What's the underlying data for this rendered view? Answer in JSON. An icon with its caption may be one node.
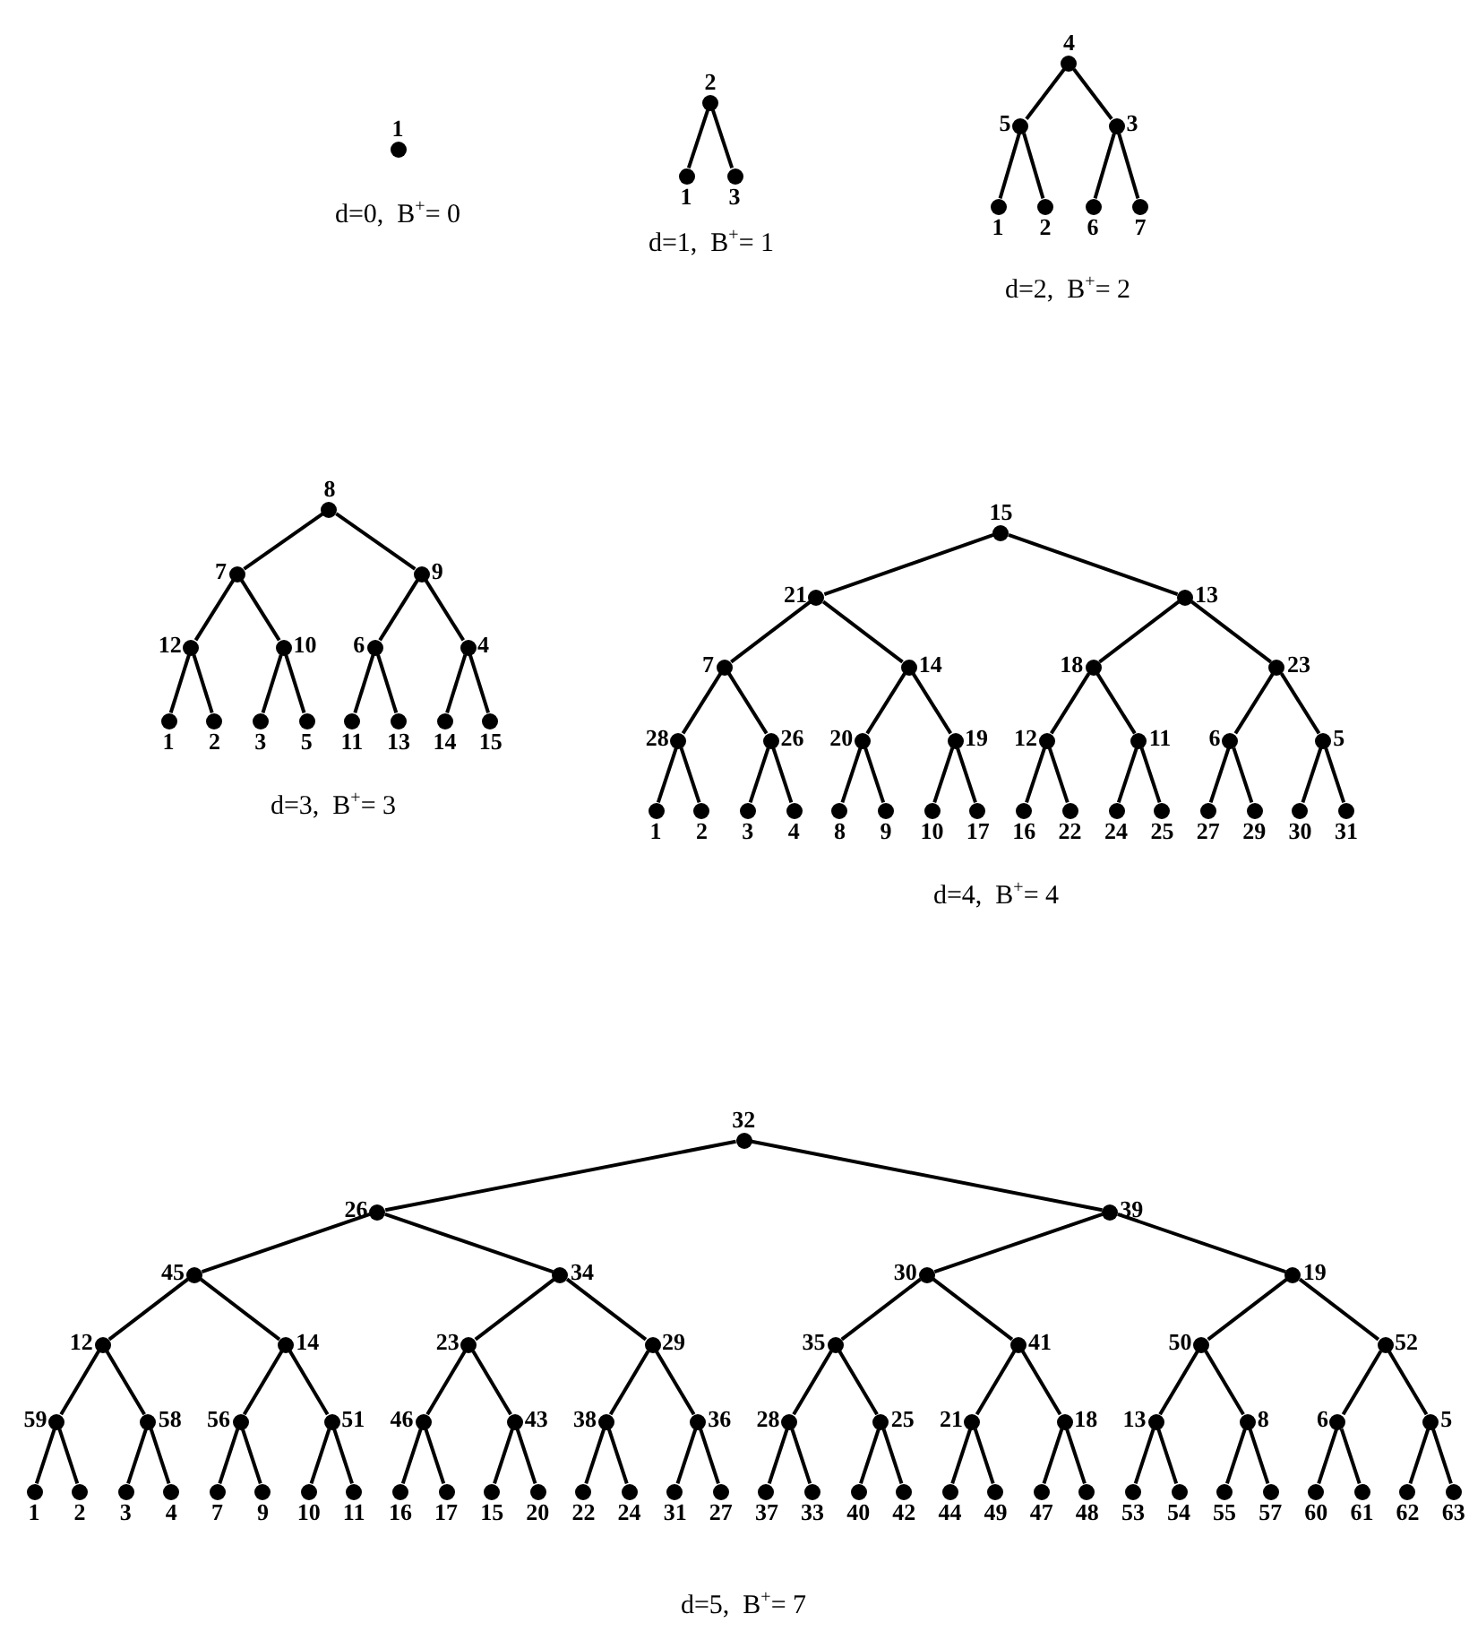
{
  "diagram": {
    "nodes": [
      {
        "text": [
          "1"
        ]
      },
      {
        "text": [
          "2"
        ]
      },
      {
        "text": [
          "1"
        ]
      },
      {
        "text": [
          "3"
        ]
      },
      {
        "text": [
          "4"
        ]
      },
      {
        "text": [
          "5"
        ]
      },
      {
        "text": [
          "3"
        ]
      },
      {
        "text": [
          "1"
        ]
      },
      {
        "text": [
          "2"
        ]
      },
      {
        "text": [
          "6"
        ]
      },
      {
        "text": [
          "7"
        ]
      },
      {
        "text": [
          "8"
        ]
      },
      {
        "text": [
          "7"
        ]
      },
      {
        "text": [
          "9"
        ]
      },
      {
        "text": [
          "12"
        ]
      },
      {
        "text": [
          "10"
        ]
      },
      {
        "text": [
          "6"
        ]
      },
      {
        "text": [
          "4"
        ]
      },
      {
        "text": [
          "1"
        ]
      },
      {
        "text": [
          "2"
        ]
      },
      {
        "text": [
          "3"
        ]
      },
      {
        "text": [
          "5"
        ]
      },
      {
        "text": [
          "11"
        ]
      },
      {
        "text": [
          "13"
        ]
      },
      {
        "text": [
          "14"
        ]
      },
      {
        "text": [
          "15"
        ]
      },
      {
        "text": [
          "15"
        ]
      },
      {
        "text": [
          "21"
        ]
      },
      {
        "text": [
          "13"
        ]
      },
      {
        "text": [
          "7"
        ]
      },
      {
        "text": [
          "14"
        ]
      },
      {
        "text": [
          "18"
        ]
      },
      {
        "text": [
          "23"
        ]
      },
      {
        "text": [
          "28"
        ]
      },
      {
        "text": [
          "26"
        ]
      },
      {
        "text": [
          "20"
        ]
      },
      {
        "text": [
          "19"
        ]
      },
      {
        "text": [
          "12"
        ]
      },
      {
        "text": [
          "11"
        ]
      },
      {
        "text": [
          "6"
        ]
      },
      {
        "text": [
          "5"
        ]
      },
      {
        "text": [
          "1"
        ]
      },
      {
        "text": [
          "2"
        ]
      },
      {
        "text": [
          "3"
        ]
      },
      {
        "text": [
          "4"
        ]
      },
      {
        "text": [
          "8"
        ]
      },
      {
        "text": [
          "9"
        ]
      },
      {
        "text": [
          "10"
        ]
      },
      {
        "text": [
          "17"
        ]
      },
      {
        "text": [
          "16"
        ]
      },
      {
        "text": [
          "22"
        ]
      },
      {
        "text": [
          "24"
        ]
      },
      {
        "text": [
          "25"
        ]
      },
      {
        "text": [
          "27"
        ]
      },
      {
        "text": [
          "29"
        ]
      },
      {
        "text": [
          "30"
        ]
      },
      {
        "text": [
          "31"
        ]
      },
      {
        "text": [
          "32"
        ]
      },
      {
        "text": [
          "26"
        ]
      },
      {
        "text": [
          "39"
        ]
      },
      {
        "text": [
          "45"
        ]
      },
      {
        "text": [
          "34"
        ]
      },
      {
        "text": [
          "30"
        ]
      },
      {
        "text": [
          "19"
        ]
      },
      {
        "text": [
          "12"
        ]
      },
      {
        "text": [
          "14"
        ]
      },
      {
        "text": [
          "23"
        ]
      },
      {
        "text": [
          "29"
        ]
      },
      {
        "text": [
          "35"
        ]
      },
      {
        "text": [
          "41"
        ]
      },
      {
        "text": [
          "50"
        ]
      },
      {
        "text": [
          "52"
        ]
      },
      {
        "text": [
          "59"
        ]
      },
      {
        "text": [
          "58"
        ]
      },
      {
        "text": [
          "56"
        ]
      },
      {
        "text": [
          "51"
        ]
      },
      {
        "text": [
          "46"
        ]
      },
      {
        "text": [
          "43"
        ]
      },
      {
        "text": [
          "38"
        ]
      },
      {
        "text": [
          "36"
        ]
      },
      {
        "text": [
          "28"
        ]
      },
      {
        "text": [
          "25"
        ]
      },
      {
        "text": [
          "21"
        ]
      },
      {
        "text": [
          "18"
        ]
      },
      {
        "text": [
          "13"
        ]
      },
      {
        "text": [
          "8"
        ]
      },
      {
        "text": [
          "6"
        ]
      },
      {
        "text": [
          "5"
        ]
      },
      {
        "text": [
          "1"
        ]
      },
      {
        "text": [
          "2"
        ]
      },
      {
        "text": [
          "3"
        ]
      },
      {
        "text": [
          "4"
        ]
      },
      {
        "text": [
          "7"
        ]
      },
      {
        "text": [
          "9"
        ]
      },
      {
        "text": [
          "10"
        ]
      },
      {
        "text": [
          "11"
        ]
      },
      {
        "text": [
          "16"
        ]
      },
      {
        "text": [
          "17"
        ]
      },
      {
        "text": [
          "15"
        ]
      },
      {
        "text": [
          "20"
        ]
      },
      {
        "text": [
          "22"
        ]
      },
      {
        "text": [
          "24"
        ]
      },
      {
        "text": [
          "31"
        ]
      },
      {
        "text": [
          "27"
        ]
      },
      {
        "text": [
          "37"
        ]
      },
      {
        "text": [
          "33"
        ]
      },
      {
        "text": [
          "40"
        ]
      },
      {
        "text": [
          "42"
        ]
      },
      {
        "text": [
          "44"
        ]
      },
      {
        "text": [
          "49"
        ]
      },
      {
        "text": [
          "47"
        ]
      },
      {
        "text": [
          "48"
        ]
      },
      {
        "text": [
          "53"
        ]
      },
      {
        "text": [
          "54"
        ]
      },
      {
        "text": [
          "55"
        ]
      },
      {
        "text": [
          "57"
        ]
      },
      {
        "text": [
          "60"
        ]
      },
      {
        "text": [
          "61"
        ]
      },
      {
        "text": [
          "62"
        ]
      },
      {
        "text": [
          "63"
        ]
      }
    ],
    "edges": [
      {
        "from": 1,
        "to": 2,
        "arrow": "none"
      },
      {
        "from": 1,
        "to": 3,
        "arrow": "none"
      },
      {
        "from": 4,
        "to": 5,
        "arrow": "none"
      },
      {
        "from": 4,
        "to": 6,
        "arrow": "none"
      },
      {
        "from": 5,
        "to": 7,
        "arrow": "none"
      },
      {
        "from": 5,
        "to": 8,
        "arrow": "none"
      },
      {
        "from": 6,
        "to": 9,
        "arrow": "none"
      },
      {
        "from": 6,
        "to": 10,
        "arrow": "none"
      },
      {
        "from": 11,
        "to": 12,
        "arrow": "none"
      },
      {
        "from": 11,
        "to": 13,
        "arrow": "none"
      },
      {
        "from": 12,
        "to": 14,
        "arrow": "none"
      },
      {
        "from": 12,
        "to": 15,
        "arrow": "none"
      },
      {
        "from": 13,
        "to": 16,
        "arrow": "none"
      },
      {
        "from": 13,
        "to": 17,
        "arrow": "none"
      },
      {
        "from": 14,
        "to": 18,
        "arrow": "none"
      },
      {
        "from": 14,
        "to": 19,
        "arrow": "none"
      },
      {
        "from": 15,
        "to": 20,
        "arrow": "none"
      },
      {
        "from": 15,
        "to": 21,
        "arrow": "none"
      },
      {
        "from": 16,
        "to": 22,
        "arrow": "none"
      },
      {
        "from": 16,
        "to": 23,
        "arrow": "none"
      },
      {
        "from": 17,
        "to": 24,
        "arrow": "none"
      },
      {
        "from": 17,
        "to": 25,
        "arrow": "none"
      },
      {
        "from": 26,
        "to": 27,
        "arrow": "none"
      },
      {
        "from": 26,
        "to": 28,
        "arrow": "none"
      },
      {
        "from": 27,
        "to": 29,
        "arrow": "none"
      },
      {
        "from": 27,
        "to": 30,
        "arrow": "none"
      },
      {
        "from": 28,
        "to": 31,
        "arrow": "none"
      },
      {
        "from": 28,
        "to": 32,
        "arrow": "none"
      },
      {
        "from": 29,
        "to": 33,
        "arrow": "none"
      },
      {
        "from": 29,
        "to": 34,
        "arrow": "none"
      },
      {
        "from": 30,
        "to": 35,
        "arrow": "none"
      },
      {
        "from": 30,
        "to": 36,
        "arrow": "none"
      },
      {
        "from": 31,
        "to": 37,
        "arrow": "none"
      },
      {
        "from": 31,
        "to": 38,
        "arrow": "none"
      },
      {
        "from": 32,
        "to": 39,
        "arrow": "none"
      },
      {
        "from": 32,
        "to": 40,
        "arrow": "none"
      },
      {
        "from": 33,
        "to": 41,
        "arrow": "none"
      },
      {
        "from": 33,
        "to": 42,
        "arrow": "none"
      },
      {
        "from": 34,
        "to": 43,
        "arrow": "none"
      },
      {
        "from": 34,
        "to": 44,
        "arrow": "none"
      },
      {
        "from": 35,
        "to": 45,
        "arrow": "none"
      },
      {
        "from": 35,
        "to": 46,
        "arrow": "none"
      },
      {
        "from": 36,
        "to": 47,
        "arrow": "none"
      },
      {
        "from": 36,
        "to": 48,
        "arrow": "none"
      },
      {
        "from": 37,
        "to": 49,
        "arrow": "none"
      },
      {
        "from": 37,
        "to": 50,
        "arrow": "none"
      },
      {
        "from": 38,
        "to": 51,
        "arrow": "none"
      },
      {
        "from": 38,
        "to": 52,
        "arrow": "none"
      },
      {
        "from": 39,
        "to": 53,
        "arrow": "none"
      },
      {
        "from": 39,
        "to": 54,
        "arrow": "none"
      },
      {
        "from": 40,
        "to": 55,
        "arrow": "none"
      },
      {
        "from": 40,
        "to": 56,
        "arrow": "none"
      },
      {
        "from": 57,
        "to": 58,
        "arrow": "none"
      },
      {
        "from": 57,
        "to": 59,
        "arrow": "none"
      },
      {
        "from": 58,
        "to": 60,
        "arrow": "none"
      },
      {
        "from": 58,
        "to": 61,
        "arrow": "none"
      },
      {
        "from": 59,
        "to": 62,
        "arrow": "none"
      },
      {
        "from": 59,
        "to": 63,
        "arrow": "none"
      },
      {
        "from": 60,
        "to": 64,
        "arrow": "none"
      },
      {
        "from": 60,
        "to": 65,
        "arrow": "none"
      },
      {
        "from": 61,
        "to": 66,
        "arrow": "none"
      },
      {
        "from": 61,
        "to": 67,
        "arrow": "none"
      },
      {
        "from": 62,
        "to": 68,
        "arrow": "none"
      },
      {
        "from": 62,
        "to": 69,
        "arrow": "none"
      },
      {
        "from": 63,
        "to": 70,
        "arrow": "none"
      },
      {
        "from": 63,
        "to": 71,
        "arrow": "none"
      },
      {
        "from": 64,
        "to": 72,
        "arrow": "none"
      },
      {
        "from": 64,
        "to": 73,
        "arrow": "none"
      },
      {
        "from": 65,
        "to": 74,
        "arrow": "none"
      },
      {
        "from": 65,
        "to": 75,
        "arrow": "none"
      },
      {
        "from": 66,
        "to": 76,
        "arrow": "none"
      },
      {
        "from": 66,
        "to": 77,
        "arrow": "none"
      },
      {
        "from": 67,
        "to": 78,
        "arrow": "none"
      },
      {
        "from": 67,
        "to": 79,
        "arrow": "none"
      },
      {
        "from": 68,
        "to": 80,
        "arrow": "none"
      },
      {
        "from": 68,
        "to": 81,
        "arrow": "none"
      },
      {
        "from": 69,
        "to": 82,
        "arrow": "none"
      },
      {
        "from": 69,
        "to": 83,
        "arrow": "none"
      },
      {
        "from": 70,
        "to": 84,
        "arrow": "none"
      },
      {
        "from": 70,
        "to": 85,
        "arrow": "none"
      },
      {
        "from": 71,
        "to": 86,
        "arrow": "none"
      },
      {
        "from": 71,
        "to": 87,
        "arrow": "none"
      },
      {
        "from": 72,
        "to": 88,
        "arrow": "none"
      },
      {
        "from": 72,
        "to": 89,
        "arrow": "none"
      },
      {
        "from": 73,
        "to": 90,
        "arrow": "none"
      },
      {
        "from": 73,
        "to": 91,
        "arrow": "none"
      },
      {
        "from": 74,
        "to": 92,
        "arrow": "none"
      },
      {
        "from": 74,
        "to": 93,
        "arrow": "none"
      },
      {
        "from": 75,
        "to": 94,
        "arrow": "none"
      },
      {
        "from": 75,
        "to": 95,
        "arrow": "none"
      },
      {
        "from": 76,
        "to": 96,
        "arrow": "none"
      },
      {
        "from": 76,
        "to": 97,
        "arrow": "none"
      },
      {
        "from": 77,
        "to": 98,
        "arrow": "none"
      },
      {
        "from": 77,
        "to": 99,
        "arrow": "none"
      },
      {
        "from": 78,
        "to": 100,
        "arrow": "none"
      },
      {
        "from": 78,
        "to": 101,
        "arrow": "none"
      },
      {
        "from": 79,
        "to": 102,
        "arrow": "none"
      },
      {
        "from": 79,
        "to": 103,
        "arrow": "none"
      },
      {
        "from": 80,
        "to": 104,
        "arrow": "none"
      },
      {
        "from": 80,
        "to": 105,
        "arrow": "none"
      },
      {
        "from": 81,
        "to": 106,
        "arrow": "none"
      },
      {
        "from": 81,
        "to": 107,
        "arrow": "none"
      },
      {
        "from": 82,
        "to": 108,
        "arrow": "none"
      },
      {
        "from": 82,
        "to": 109,
        "arrow": "none"
      },
      {
        "from": 83,
        "to": 110,
        "arrow": "none"
      },
      {
        "from": 83,
        "to": 111,
        "arrow": "none"
      },
      {
        "from": 84,
        "to": 112,
        "arrow": "none"
      },
      {
        "from": 84,
        "to": 113,
        "arrow": "none"
      },
      {
        "from": 85,
        "to": 114,
        "arrow": "none"
      },
      {
        "from": 85,
        "to": 115,
        "arrow": "none"
      },
      {
        "from": 86,
        "to": 116,
        "arrow": "none"
      },
      {
        "from": 86,
        "to": 117,
        "arrow": "none"
      },
      {
        "from": 87,
        "to": 118,
        "arrow": "none"
      },
      {
        "from": 87,
        "to": 119,
        "arrow": "none"
      }
    ],
    "labels": [
      "d=0,  B$^{+}$= 0",
      "d=1,  B$^{+}$= 1",
      "d=2,  B$^{+}$= 2",
      "d=3,  B$^{+}$= 3",
      "d=4,  B$^{+}$= 4",
      "d=5,  B$^{+}$= 7"
    ]
  }
}
